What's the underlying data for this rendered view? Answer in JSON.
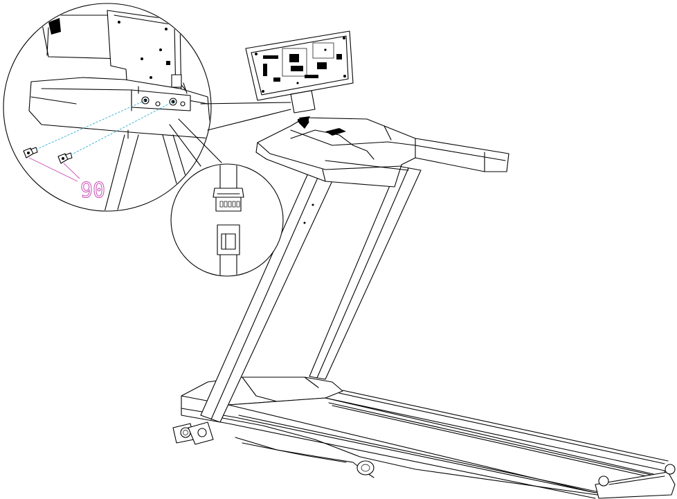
{
  "diagram": {
    "part_callout": {
      "number": "90",
      "color": "#c64bb4"
    },
    "guide_line_color": "#3fb5d6",
    "line_color": "#000000",
    "background": "#ffffff",
    "icons": [
      "treadmill-frame",
      "console-display",
      "bolt",
      "wire-connector",
      "magnifier-circle"
    ]
  }
}
